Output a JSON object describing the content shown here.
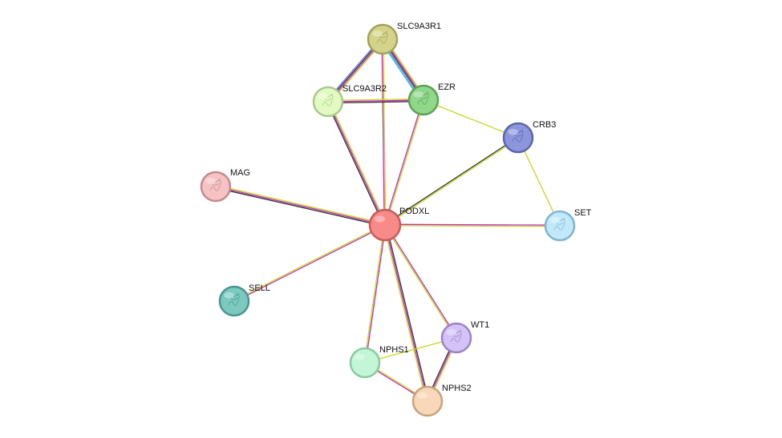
{
  "title": "",
  "nodes": [
    {
      "id": "SLC9A3R1",
      "label": "SLC9A3R1",
      "fill": "#d4d38a",
      "stroke": "#a3a15c",
      "glyph": "protein-structure-icon"
    },
    {
      "id": "SLC9A3R2",
      "label": "SLC9A3R2",
      "fill": "#e3fbc2",
      "stroke": "#a8c890",
      "glyph": "protein-structure-icon"
    },
    {
      "id": "EZR",
      "label": "EZR",
      "fill": "#90d78a",
      "stroke": "#5aa356",
      "glyph": "protein-structure-icon"
    },
    {
      "id": "CRB3",
      "label": "CRB3",
      "fill": "#8c96dc",
      "stroke": "#5c66a8",
      "glyph": "protein-structure-icon"
    },
    {
      "id": "MAG",
      "label": "MAG",
      "fill": "#f6c2c4",
      "stroke": "#c48a8c",
      "glyph": "protein-structure-icon"
    },
    {
      "id": "PODXL",
      "label": "PODXL",
      "fill": "#f88a8a",
      "stroke": "#c85a5a",
      "glyph": "none"
    },
    {
      "id": "SET",
      "label": "SET",
      "fill": "#c2e8fb",
      "stroke": "#80b4d0",
      "glyph": "protein-structure-icon"
    },
    {
      "id": "SELL",
      "label": "SELL",
      "fill": "#7cc9c0",
      "stroke": "#4a958e",
      "glyph": "protein-structure-icon"
    },
    {
      "id": "WT1",
      "label": "WT1",
      "fill": "#d5c2f6",
      "stroke": "#9a84c8",
      "glyph": "protein-structure-icon"
    },
    {
      "id": "NPHS1",
      "label": "NPHS1",
      "fill": "#c2f6d6",
      "stroke": "#8ccaa4",
      "glyph": "none"
    },
    {
      "id": "NPHS2",
      "label": "NPHS2",
      "fill": "#f8d8b8",
      "stroke": "#c8a27c",
      "glyph": "none"
    }
  ],
  "edges": [
    {
      "source": "SLC9A3R1",
      "target": "SLC9A3R2",
      "colors": [
        "#c8d820",
        "#c02bc0",
        "#333333",
        "#6a84e0"
      ]
    },
    {
      "source": "SLC9A3R1",
      "target": "EZR",
      "colors": [
        "#c8d820",
        "#c02bc0",
        "#333333",
        "#6a84e0",
        "#20c0c0"
      ]
    },
    {
      "source": "SLC9A3R1",
      "target": "PODXL",
      "colors": [
        "#c8d820",
        "#c02bc0"
      ]
    },
    {
      "source": "SLC9A3R2",
      "target": "EZR",
      "colors": [
        "#c8d820",
        "#c02bc0",
        "#333333"
      ]
    },
    {
      "source": "SLC9A3R2",
      "target": "PODXL",
      "colors": [
        "#c8d820",
        "#c02bc0",
        "#333333"
      ]
    },
    {
      "source": "EZR",
      "target": "PODXL",
      "colors": [
        "#c8d820",
        "#c02bc0"
      ]
    },
    {
      "source": "EZR",
      "target": "CRB3",
      "colors": [
        "#c8d820"
      ]
    },
    {
      "source": "CRB3",
      "target": "PODXL",
      "colors": [
        "#c8d820",
        "#333333"
      ]
    },
    {
      "source": "CRB3",
      "target": "SET",
      "colors": [
        "#c8d820"
      ]
    },
    {
      "source": "MAG",
      "target": "PODXL",
      "colors": [
        "#c8d820",
        "#c02bc0",
        "#333333"
      ]
    },
    {
      "source": "SET",
      "target": "PODXL",
      "colors": [
        "#c8d820",
        "#c02bc0"
      ]
    },
    {
      "source": "SELL",
      "target": "PODXL",
      "colors": [
        "#c8d820",
        "#c02bc0"
      ]
    },
    {
      "source": "WT1",
      "target": "PODXL",
      "colors": [
        "#c8d820",
        "#c02bc0"
      ]
    },
    {
      "source": "NPHS1",
      "target": "PODXL",
      "colors": [
        "#c8d820",
        "#c02bc0"
      ]
    },
    {
      "source": "NPHS2",
      "target": "PODXL",
      "colors": [
        "#c8d820",
        "#c02bc0",
        "#333333"
      ]
    },
    {
      "source": "WT1",
      "target": "NPHS2",
      "colors": [
        "#c8d820",
        "#c02bc0",
        "#333333"
      ]
    },
    {
      "source": "NPHS1",
      "target": "NPHS2",
      "colors": [
        "#c8d820",
        "#c02bc0"
      ]
    },
    {
      "source": "NPHS1",
      "target": "WT1",
      "colors": [
        "#c8d820"
      ]
    }
  ]
}
